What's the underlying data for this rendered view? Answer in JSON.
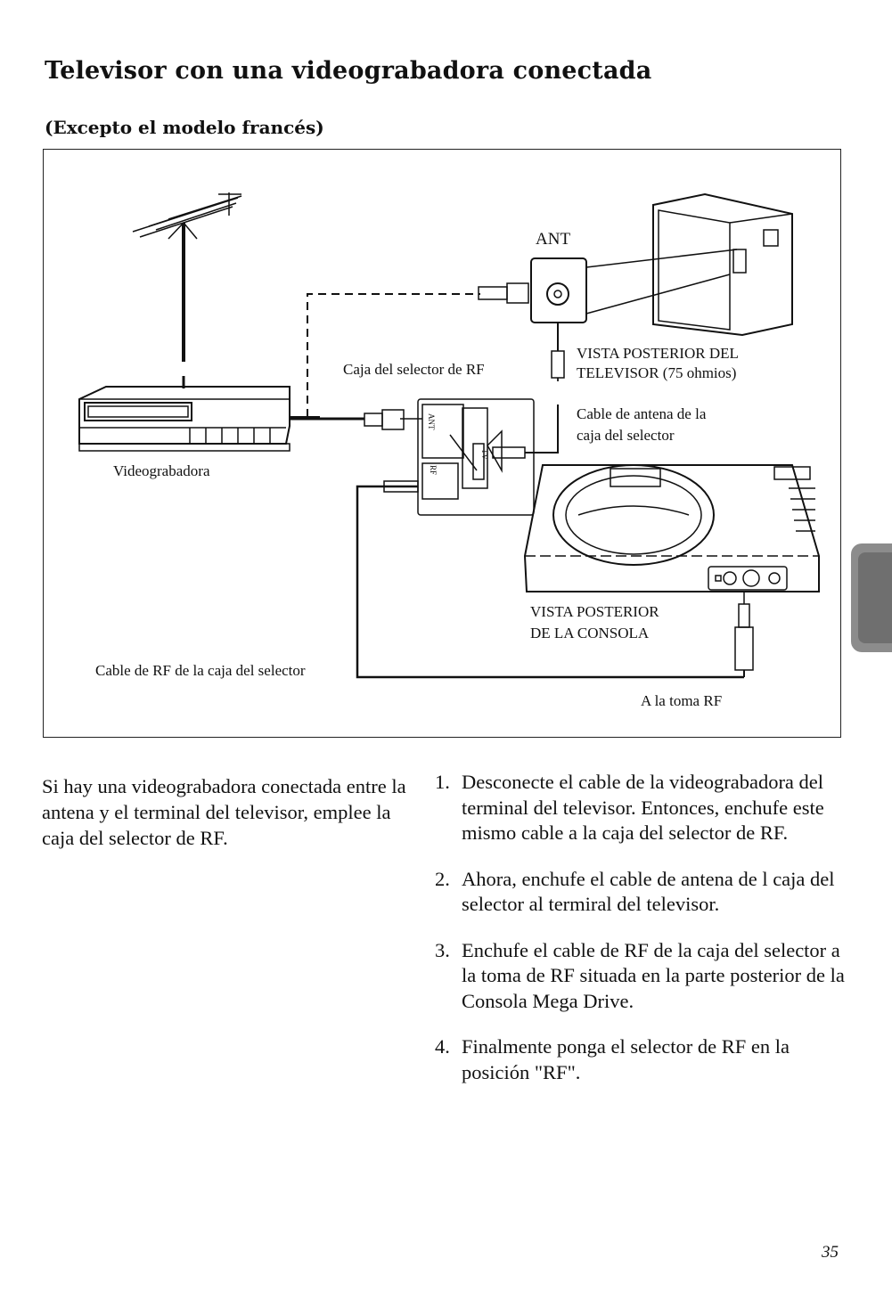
{
  "page": {
    "title": "Televisor con una videograbadora conectada",
    "subtitle": "(Excepto el modelo francés)",
    "page_number": "35"
  },
  "diagram": {
    "labels": {
      "ant": "ANT",
      "vista_tv_1": "VISTA POSTERIOR DEL",
      "vista_tv_2": "TELEVISOR (75 ohmios)",
      "caja_selector": "Caja del selector de RF",
      "cable_antena_1": "Cable de antena de la",
      "cable_antena_2": "caja del selector",
      "videograbadora": "Videograbadora",
      "vista_consola_1": "VISTA POSTERIOR",
      "vista_consola_2": "DE LA CONSOLA",
      "cable_rf": "Cable de RF de la caja del selector",
      "toma_rf": "A la toma RF",
      "switch_ant": "ANT",
      "switch_rf": "RF",
      "switch_tv": "TV"
    }
  },
  "text": {
    "intro": "Si hay una videograbadora conectada entre la antena y el terminal del televisor, emplee la caja del selector de RF.",
    "steps": [
      {
        "num": "1.",
        "text": "Desconecte el cable de la videograbadora del terminal del televisor. Entonces, enchufe este mismo cable a la caja del selector de RF."
      },
      {
        "num": "2.",
        "text": "Ahora, enchufe el cable de antena de l caja del selector al termiral del televisor."
      },
      {
        "num": "3.",
        "text": "Enchufe el cable de RF de la caja del selector a la toma de RF situada en la parte posterior de la Consola Mega Drive."
      },
      {
        "num": "4.",
        "text": "Finalmente ponga el selector de RF en la posición \"RF\"."
      }
    ]
  }
}
